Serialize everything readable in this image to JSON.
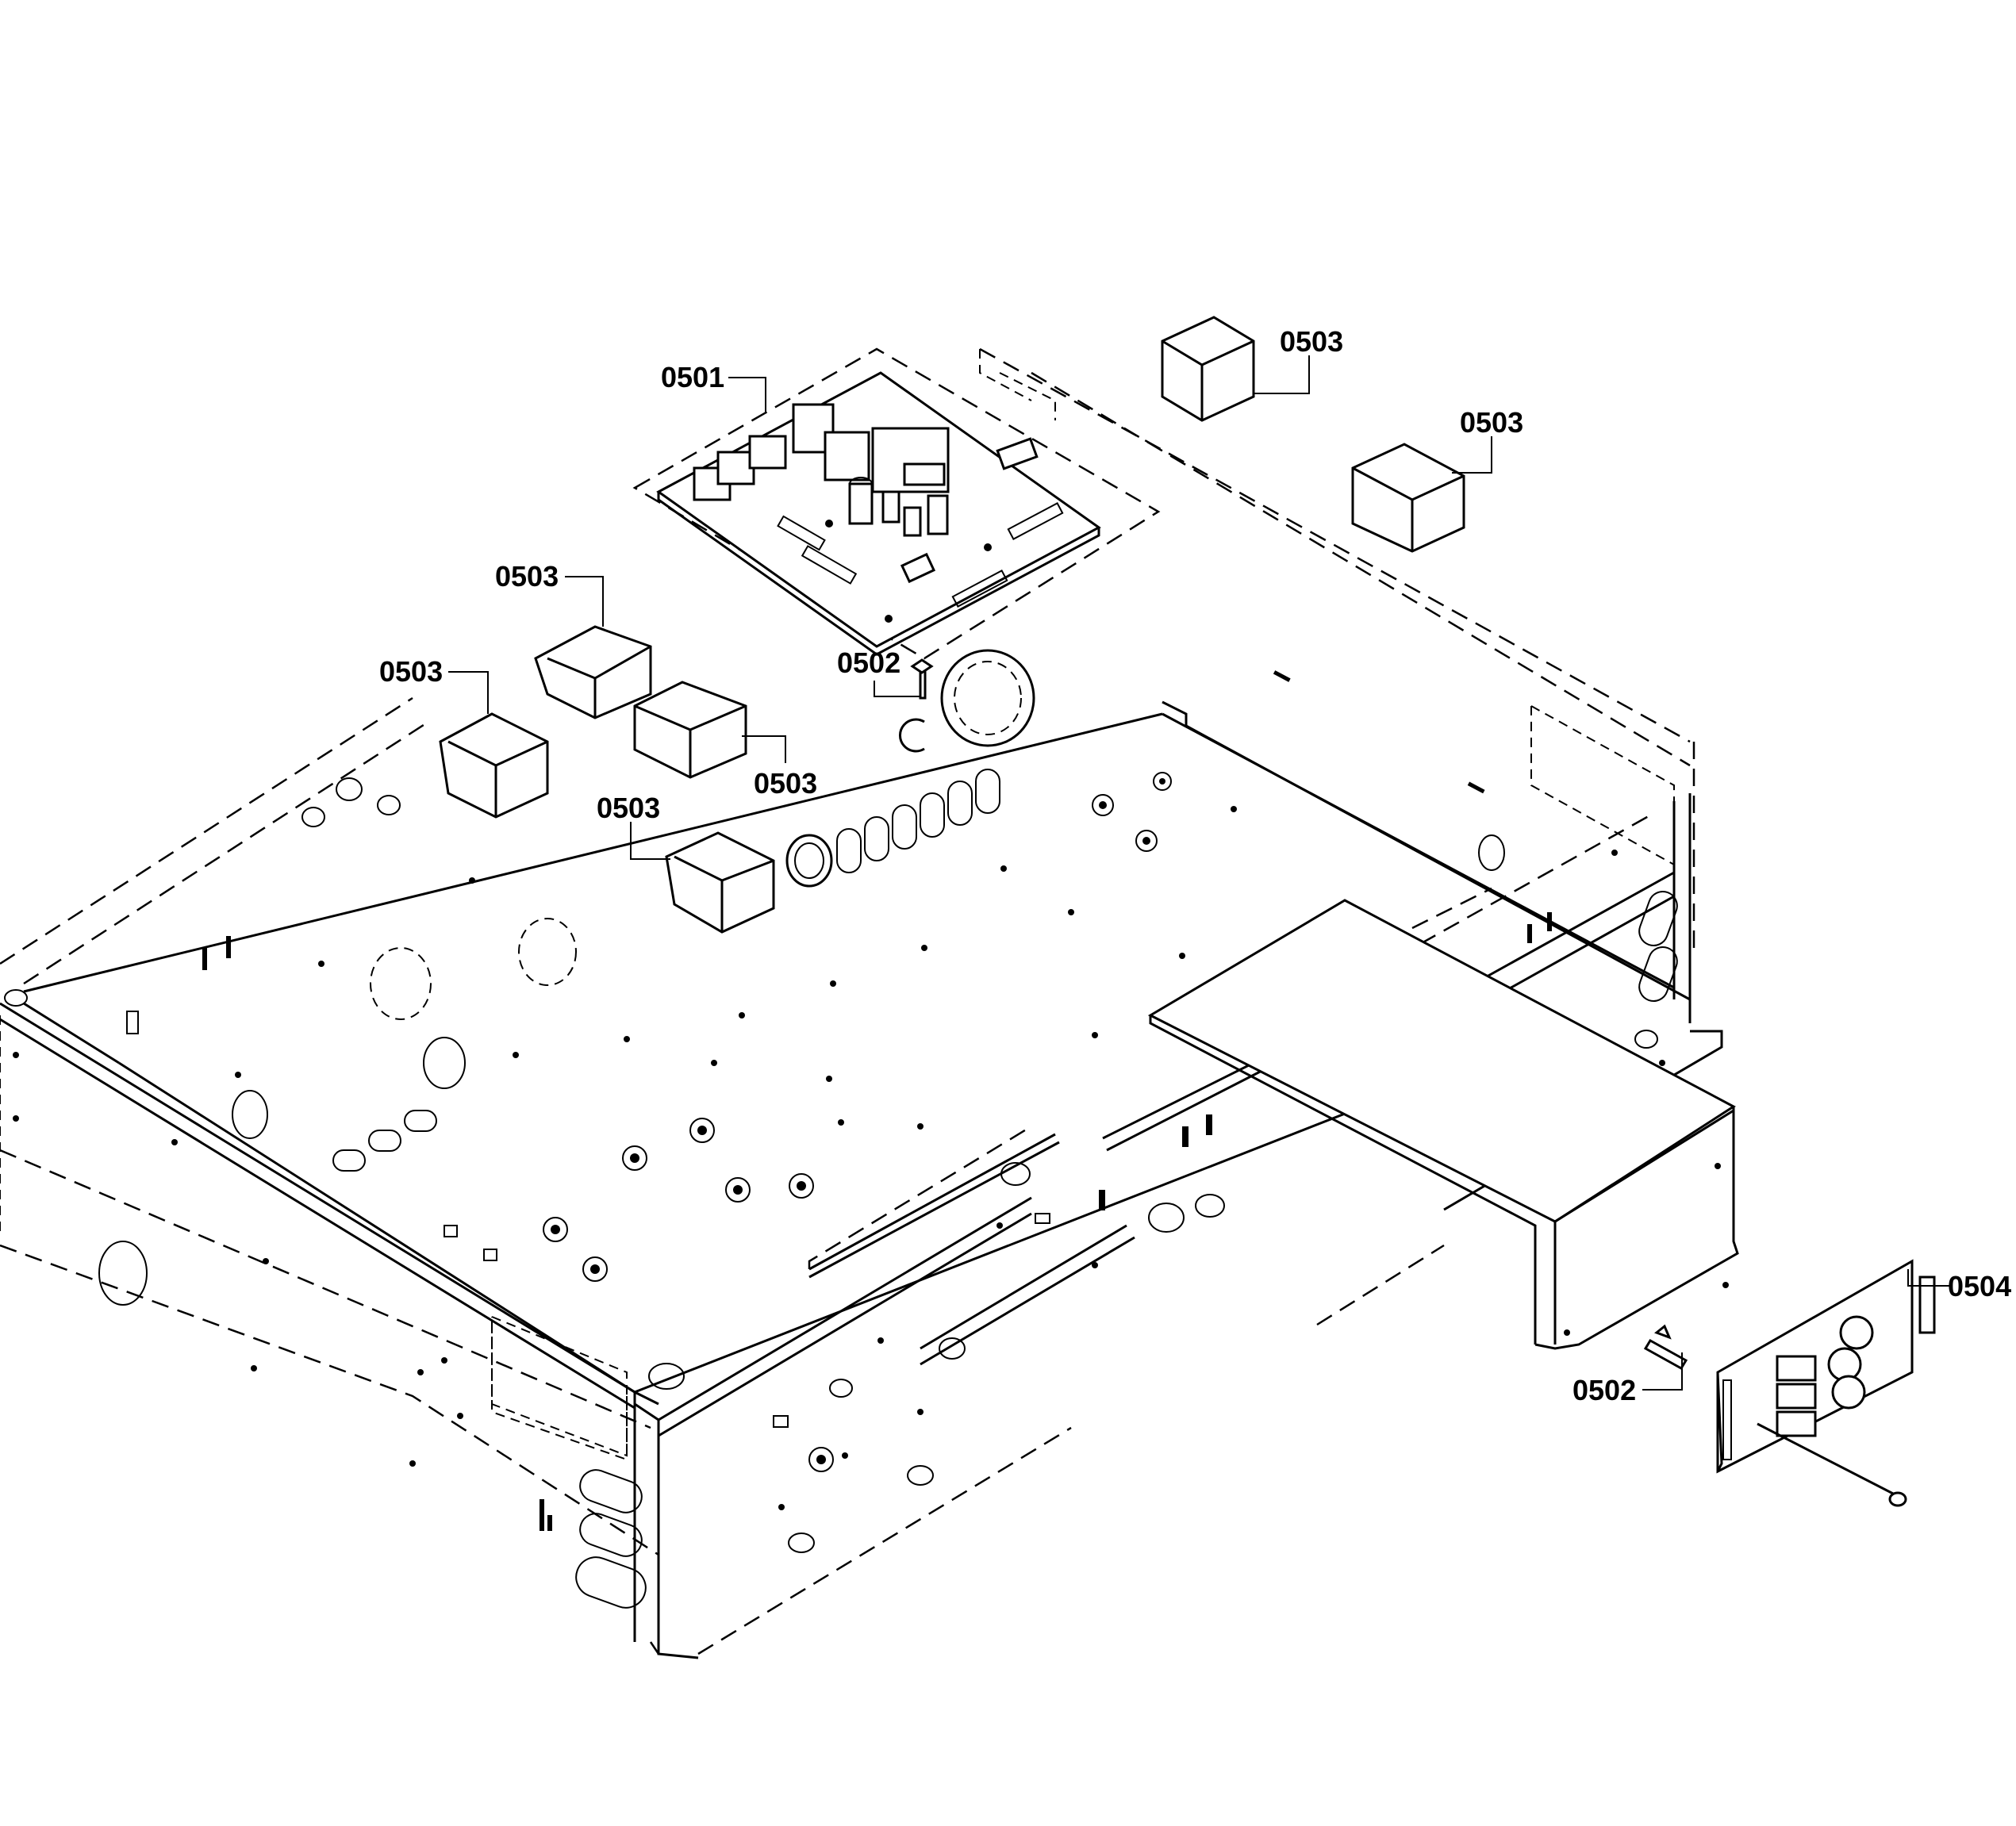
{
  "callouts": [
    {
      "id": "0501",
      "label": "0501"
    },
    {
      "id": "0502",
      "label": "0502"
    },
    {
      "id": "0503",
      "label": "0503"
    },
    {
      "id": "0504",
      "label": "0504"
    }
  ],
  "colors": {
    "ink": "#000000",
    "paper": "#ffffff"
  }
}
